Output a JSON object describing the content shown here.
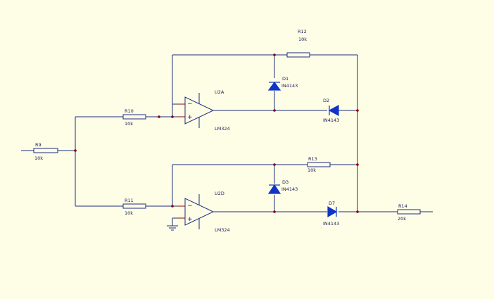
{
  "schematic": {
    "resistors": [
      {
        "id": "r9",
        "ref": "R9",
        "value": "10k"
      },
      {
        "id": "r10",
        "ref": "R10",
        "value": "10k"
      },
      {
        "id": "r11",
        "ref": "R11",
        "value": "10k"
      },
      {
        "id": "r12",
        "ref": "R12",
        "value": "10k"
      },
      {
        "id": "r13",
        "ref": "R13",
        "value": "10k"
      },
      {
        "id": "r14",
        "ref": "R14",
        "value": "20k"
      }
    ],
    "diodes": [
      {
        "id": "d1",
        "ref": "D1",
        "value": "IN4143"
      },
      {
        "id": "d2",
        "ref": "D2",
        "value": "IN4143"
      },
      {
        "id": "d3",
        "ref": "D3",
        "value": "IN4143"
      },
      {
        "id": "d7",
        "ref": "D7",
        "value": "IN4143"
      }
    ],
    "opamps": [
      {
        "id": "u2a",
        "ref": "U2A",
        "value": "LM324",
        "minus": "−",
        "plus": "+"
      },
      {
        "id": "u2d",
        "ref": "U2D",
        "value": "LM324",
        "minus": "−",
        "plus": "+"
      }
    ]
  }
}
